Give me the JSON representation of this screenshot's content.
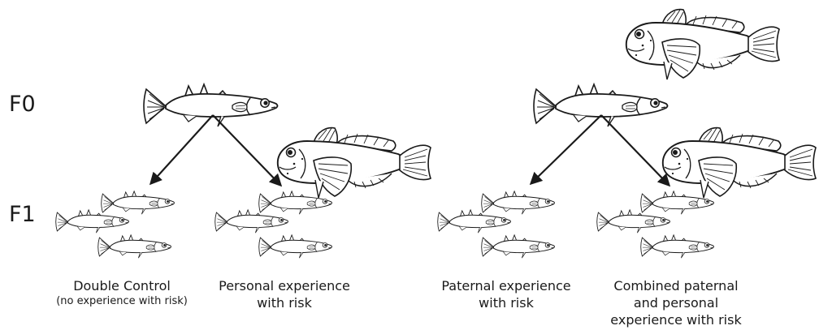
{
  "generations": {
    "f0": "F0",
    "f1": "F1"
  },
  "captions": {
    "double_control": {
      "line1": "Double Control",
      "line2": "(no experience with risk)"
    },
    "personal": {
      "line1": "Personal experience",
      "line2": "with risk"
    },
    "paternal": {
      "line1": "Paternal experience",
      "line2": "with risk"
    },
    "combined": {
      "line1": "Combined paternal",
      "line2": "and personal",
      "line3": "experience with risk"
    }
  },
  "colors": {
    "ink": "#1a1a1a",
    "background": "#ffffff"
  },
  "icons": [
    "stickleback-fish",
    "sculpin-predator-fish",
    "arrow"
  ]
}
